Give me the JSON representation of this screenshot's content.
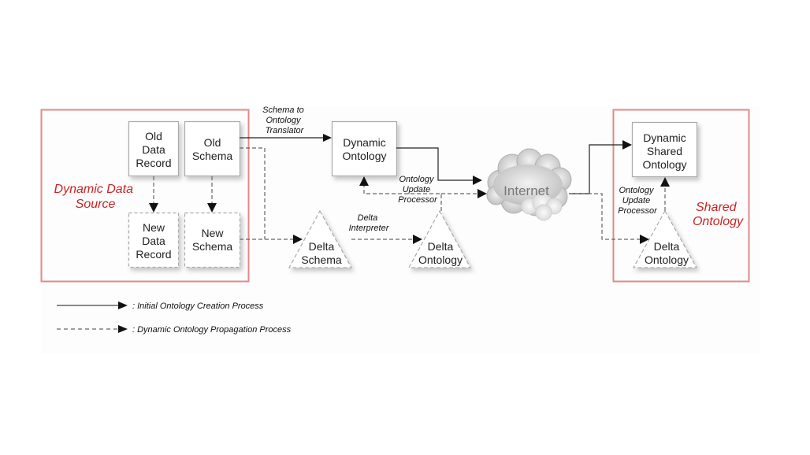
{
  "regions": {
    "source": {
      "label_line1": "Dynamic Data",
      "label_line2": "Source"
    },
    "shared": {
      "label_line1": "Shared",
      "label_line2": "Ontology"
    }
  },
  "nodes": {
    "old_data_record": [
      "Old",
      "Data",
      "Record"
    ],
    "old_schema": [
      "Old",
      "Schema"
    ],
    "new_data_record": [
      "New",
      "Data",
      "Record"
    ],
    "new_schema": [
      "New",
      "Schema"
    ],
    "dynamic_ontology": [
      "Dynamic",
      "Ontology"
    ],
    "dynamic_shared_ontology": [
      "Dynamic",
      "Shared",
      "Ontology"
    ],
    "delta_schema": [
      "Delta",
      "Schema"
    ],
    "delta_ontology_mid": [
      "Delta",
      "Ontology"
    ],
    "delta_ontology_right": [
      "Delta",
      "Ontology"
    ],
    "internet": "Internet"
  },
  "edge_labels": {
    "translator": [
      "Schema to",
      "Ontology",
      "Translator"
    ],
    "delta_interpreter": [
      "Delta",
      "Interpreter"
    ],
    "update_processor_mid": [
      "Ontology",
      "Update",
      "Processor"
    ],
    "update_processor_right": [
      "Ontology",
      "Update",
      "Processor"
    ]
  },
  "legend": [
    {
      "style": "solid",
      "label": ": Initial Ontology Creation Process"
    },
    {
      "style": "dashed",
      "label": ": Dynamic Ontology Propagation Process"
    }
  ],
  "colors": {
    "region_border": "#e08a8a",
    "region_label": "#cc2222",
    "node_border": "#aaaaaa",
    "arrow": "#222222",
    "dashed": "#666666"
  }
}
